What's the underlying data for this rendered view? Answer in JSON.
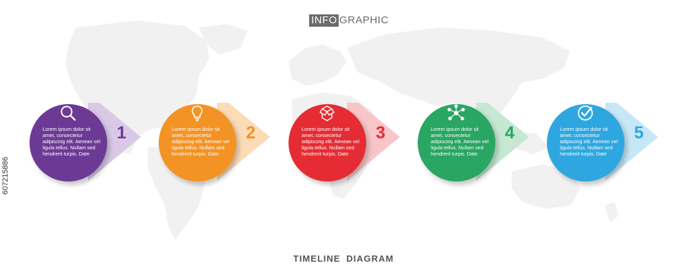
{
  "header": {
    "title_boxed": "INFO",
    "title_rest": "GRAPHIC"
  },
  "steps": [
    {
      "number": "1",
      "color": "#6c3a95",
      "arrow_color": "#d9c9e6",
      "icon": "magnifier-icon",
      "text": "Lorem ipsum dolor sit amet, consectetur adipiscing elit. Aenean vel ligula tellus. Nullam sed hendrerit turpis. Date"
    },
    {
      "number": "2",
      "color": "#f39325",
      "arrow_color": "#fbdcb6",
      "icon": "lightbulb-icon",
      "text": "Lorem ipsum dolor sit amet, consectetur adipiscing elit. Aenean vel ligula tellus. Nullam sed hendrerit turpis. Date"
    },
    {
      "number": "3",
      "color": "#e52c34",
      "arrow_color": "#f8c5c8",
      "icon": "box-icon",
      "text": "Lorem ipsum dolor sit amet, consectetur adipiscing elit. Aenean vel ligula tellus. Nullam sed hendrerit turpis. Date"
    },
    {
      "number": "4",
      "color": "#29a662",
      "arrow_color": "#c6e8d2",
      "icon": "network-icon",
      "text": "Lorem ipsum dolor sit amet, consectetur adipiscing elit. Aenean vel ligula tellus. Nullam sed hendrerit turpis. Date"
    },
    {
      "number": "5",
      "color": "#2ea7e0",
      "arrow_color": "#c5e7f6",
      "icon": "checkmark-icon",
      "text": "Lorem ipsum dolor sit amet, consectetur adipiscing elit. Aenean vel ligula tellus. Nullam sed hendrerit turpis. Date"
    }
  ],
  "footer": {
    "label": "TIMELINE  DIAGRAM"
  },
  "side_id": "607215886",
  "colors": {
    "map": "#f1f1f1",
    "title": "#6b6b6b",
    "footer": "#555555"
  }
}
